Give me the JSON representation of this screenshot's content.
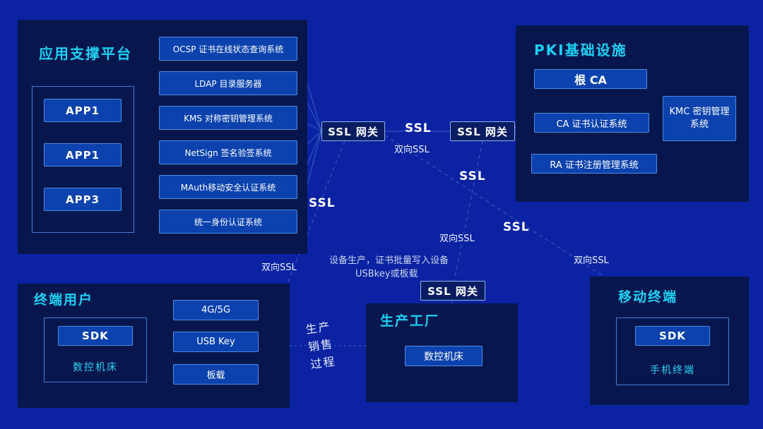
{
  "colors": {
    "background": "#0b23a2",
    "panel": "#07174e",
    "box_fill": "#0b42ad",
    "box_border": "#4f8ce2",
    "gateway_border": "#8ab5ec",
    "title_cyan": "#1ed0f2",
    "text": "#ffffff"
  },
  "app_platform": {
    "title": "应用支撑平台",
    "apps": [
      "APP1",
      "APP1",
      "APP3"
    ],
    "systems": [
      "OCSP 证书在线状态查询系统",
      "LDAP 目录服务器",
      "KMS 对称密钥管理系统",
      "NetSign 签名验签系统",
      "MAuth移动安全认证系统",
      "统一身份认证系统"
    ]
  },
  "pki": {
    "title": "PKI基础设施",
    "root_ca": "根 CA",
    "ca_system": "CA 证书认证系统",
    "kmc_system": "KMC 密钥管理系统",
    "ra_system": "RA 证书注册管理系统"
  },
  "end_user": {
    "title": "终端用户",
    "sdk": "SDK",
    "device": "数控机床",
    "channels": [
      "4G/5G",
      "USB Key",
      "板载"
    ]
  },
  "factory": {
    "title": "生产工厂",
    "machine": "数控机床"
  },
  "mobile": {
    "title": "移动终端",
    "sdk": "SDK",
    "device": "手机终端"
  },
  "gateways": {
    "gw1": "SSL 网关",
    "gw2": "SSL 网关",
    "gw3": "SSL 网关"
  },
  "labels": {
    "ssl_between_gateways": "SSL",
    "mutual_ssl_between_gateways": "双向SSL",
    "ssl_mid_diagonal": "SSL",
    "mutual_ssl_mid_diagonal": "双向SSL",
    "ssl_right_diagonal": "SSL",
    "mutual_ssl_right_diagonal": "双向SSL",
    "ssl_left_diagonal": "SSL",
    "mutual_ssl_left_diagonal": "双向SSL",
    "note_line1": "设备生产，证书批量写入设备",
    "note_line2": "USBkey或板载",
    "process": [
      "生产",
      "销售",
      "过程"
    ]
  }
}
